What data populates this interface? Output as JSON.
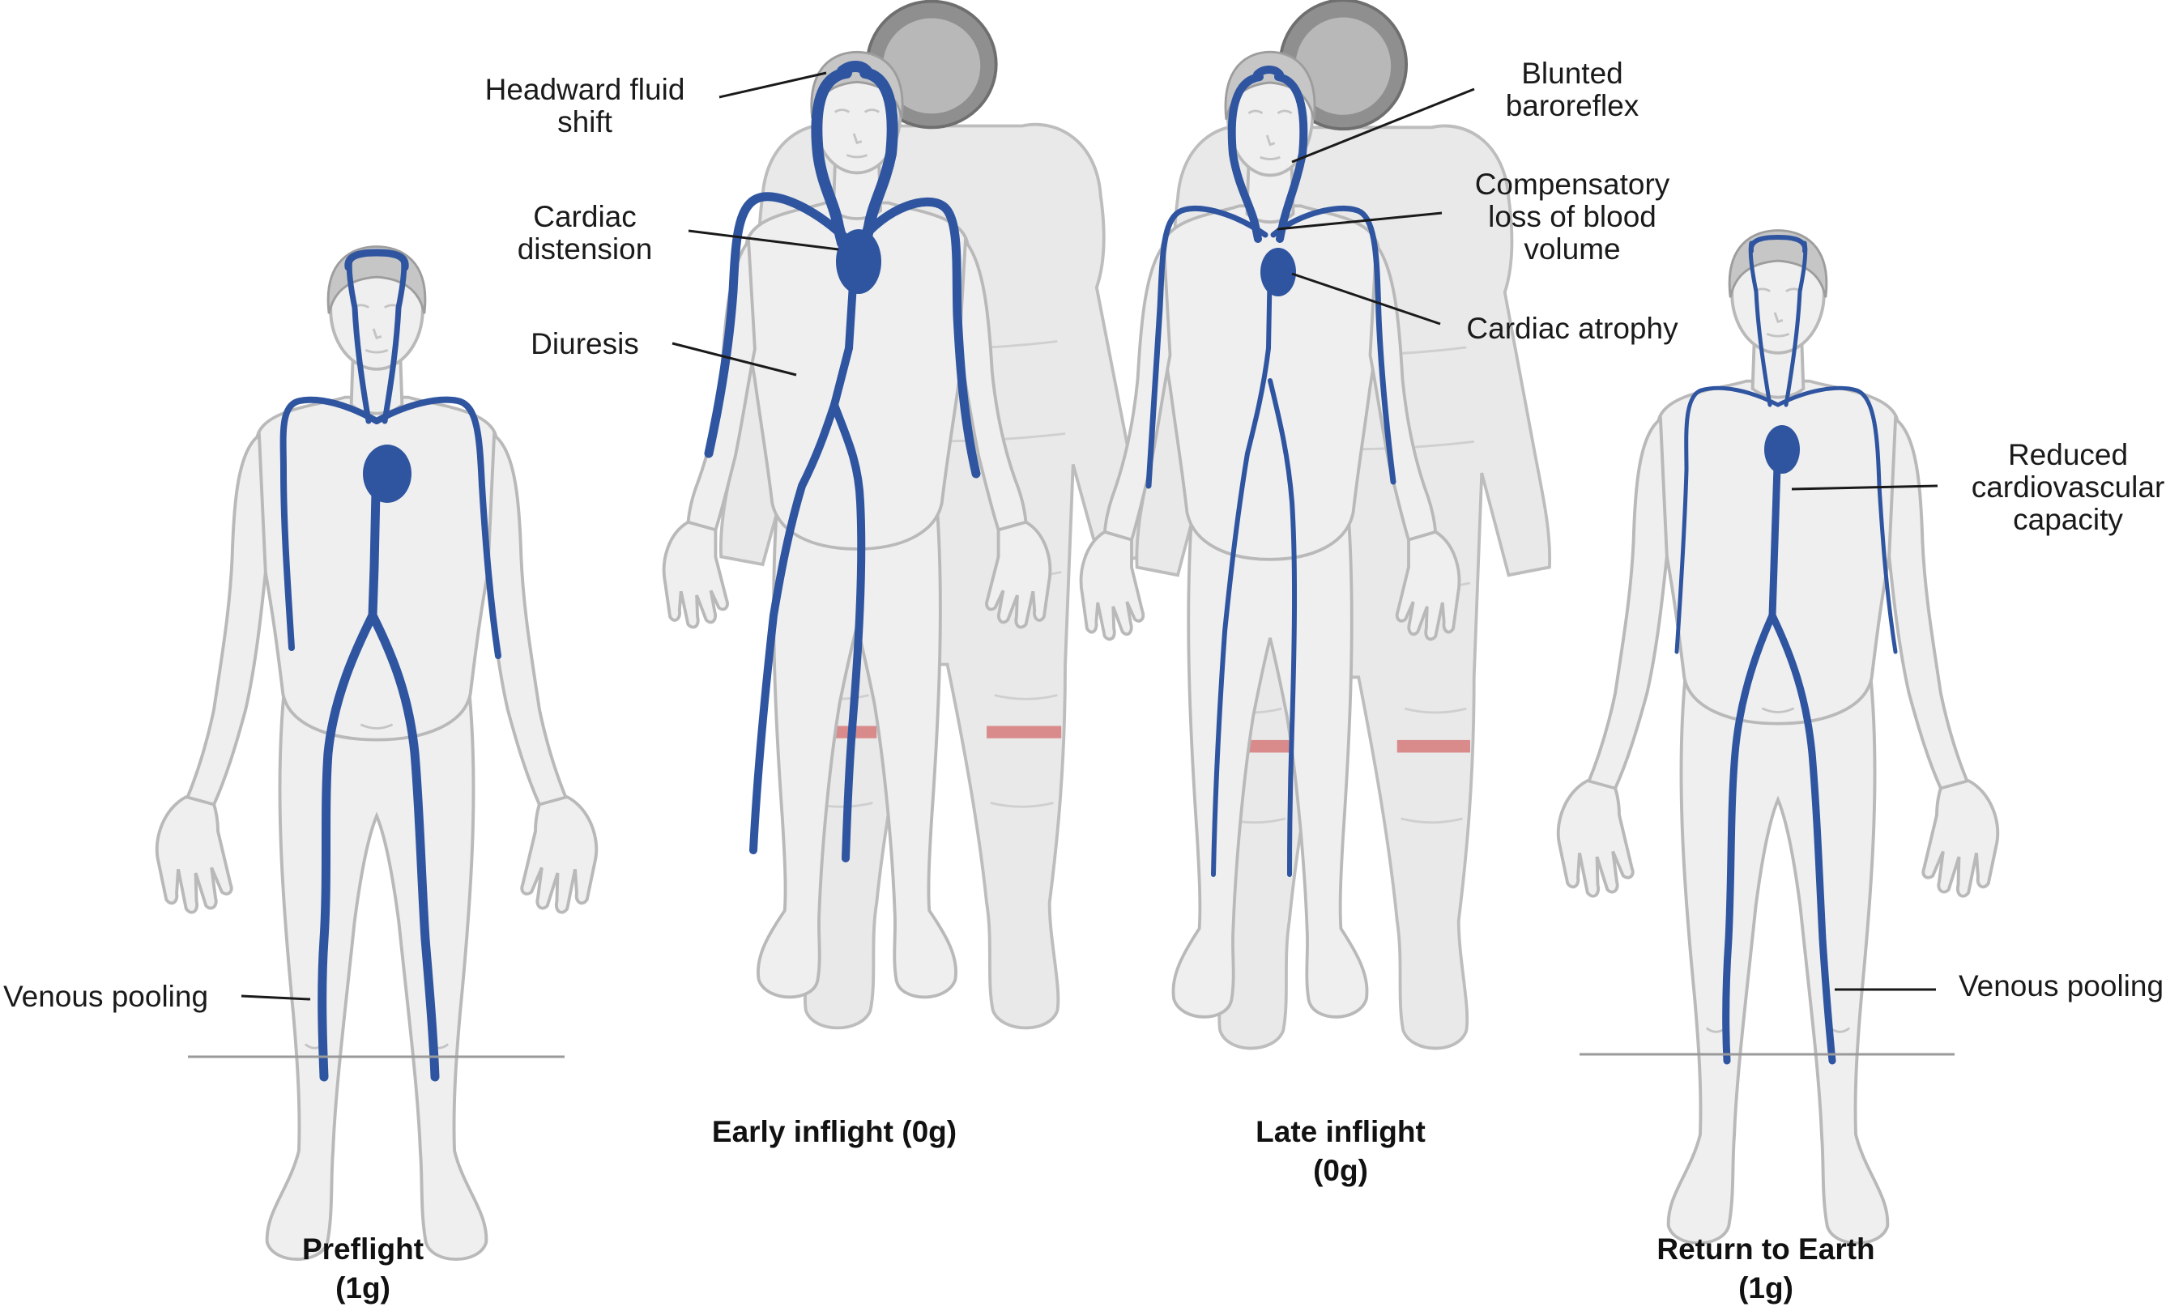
{
  "colors": {
    "vein": "#2f55a0",
    "skin": "#efefef",
    "suit": "#e9e9e9",
    "helmet": "#8f8f8f",
    "suit_band": "#d98b8b",
    "text": "#1a1a1a"
  },
  "panels": [
    {
      "title_line1": "Preflight",
      "title_line2": "(1g)",
      "labels": {
        "venous_pooling": "Venous pooling"
      }
    },
    {
      "title_line1": "Early inflight (0g)",
      "labels": {
        "headward_l1": "Headward fluid",
        "headward_l2": "shift",
        "cardiac_dist_l1": "Cardiac",
        "cardiac_dist_l2": "distension",
        "diuresis": "Diuresis"
      }
    },
    {
      "title_line1": "Late inflight",
      "title_line2": "(0g)",
      "labels": {
        "blunted_l1": "Blunted",
        "blunted_l2": "baroreflex",
        "compensatory_l1": "Compensatory",
        "compensatory_l2": "loss of blood",
        "compensatory_l3": "volume",
        "cardiac_atrophy": "Cardiac atrophy"
      }
    },
    {
      "title_line1": "Return to Earth",
      "title_line2": "(1g)",
      "labels": {
        "reduced_l1": "Reduced",
        "reduced_l2": "cardiovascular",
        "reduced_l3": "capacity",
        "venous_pooling": "Venous pooling"
      }
    }
  ]
}
